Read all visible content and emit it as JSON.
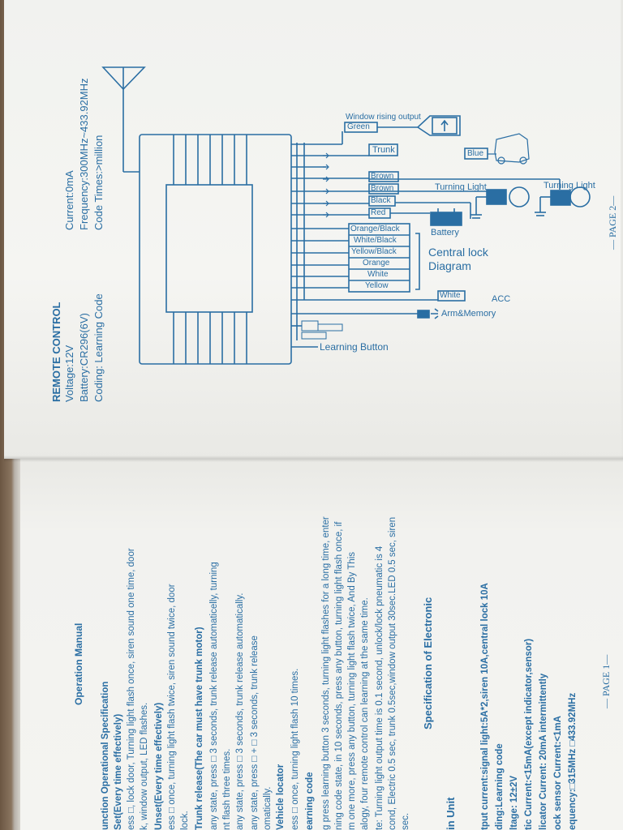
{
  "remote_control": {
    "title": "REMOTE CONTROL",
    "voltage": "Voltage:12V",
    "current": "Current:0mA",
    "battery": "Battery:CR296(6V)",
    "frequency": "Frequency:300MHz~433.92MHz",
    "coding": "Coding: Learning Code",
    "code_times": "Code Times:>million"
  },
  "wiring": {
    "window_output": "Window rising output",
    "green": "Green",
    "trunk": "Trunk",
    "blue": "Blue",
    "brown1": "Brown",
    "brown2": "Brown",
    "black": "Black",
    "red": "Red",
    "turning_light_1": "Turning Light",
    "turning_light_2": "Turning Light",
    "battery": "Battery",
    "lock_wires": [
      "Orange/Black",
      "White/Black",
      "Yellow/Black",
      "Orange",
      "White",
      "Yellow"
    ],
    "central_lock_1": "Central lock",
    "central_lock_2": "Diagram",
    "white": "White",
    "acc": "ACC",
    "arm_memory": "Arm&Memory",
    "learning_button": "Learning Button",
    "page2": "— PAGE 2—"
  },
  "manual": {
    "title": "Operation Manual",
    "lines": [
      "unction Operational Specification",
      "Set(Every time effectively)",
      "ess □, lock door, Turning light flash once, siren sound one time, door",
      "k, window output, LED flashes.",
      "Unset(Every time effectively)",
      "ess □ once, turning light flash twice, siren sound twice, door",
      "lock.",
      "Trunk release(The car must have trunk motor)",
      "any state, press □ 3 seconds, trunk release automaticelly, turning",
      "nt flash three times.",
      "any state, press □ 3 seconds, trunk release automatically.",
      "any state, press □ + □ 3 seconds, trunk release",
      "omatically.",
      "Vehicle locator",
      "ess □ once, turning light flash 10 times.",
      "earning code",
      "g press learning button 3 seconds, turning light flashes for a long time, enter",
      "ning code state, in 10 seconds, press any button, turning light flash once, if",
      "m one more, press any button, turning light flash twice, And By This",
      "alogy, four remote control can learning at the same time.",
      "te: Turning light output time is 0.1 second, unlock/lock pneumatic is 4",
      "cond, Electric 0.5 sec, trunk 0.5sec,window output 30sec.LED 0.5 sec, siren",
      "sec."
    ],
    "spec_title": "Specification of Electronic",
    "unit_title": "in Unit",
    "spec_lines": [
      "tput current:signal light:5A*2,siren 10A,central lock 10A",
      "ding:Learning code",
      "ltage: 12±2V",
      "tic Current:<15mA(except indicator,sensor)",
      "licator Current: 20mA intermittently",
      "ock sensor Current:<1mA",
      "equency:□315MHz □433.92MHz"
    ],
    "page1": "— PAGE 1—"
  },
  "colors": {
    "diagram_blue": "#2a6ea3",
    "text_dark": "#222222"
  }
}
